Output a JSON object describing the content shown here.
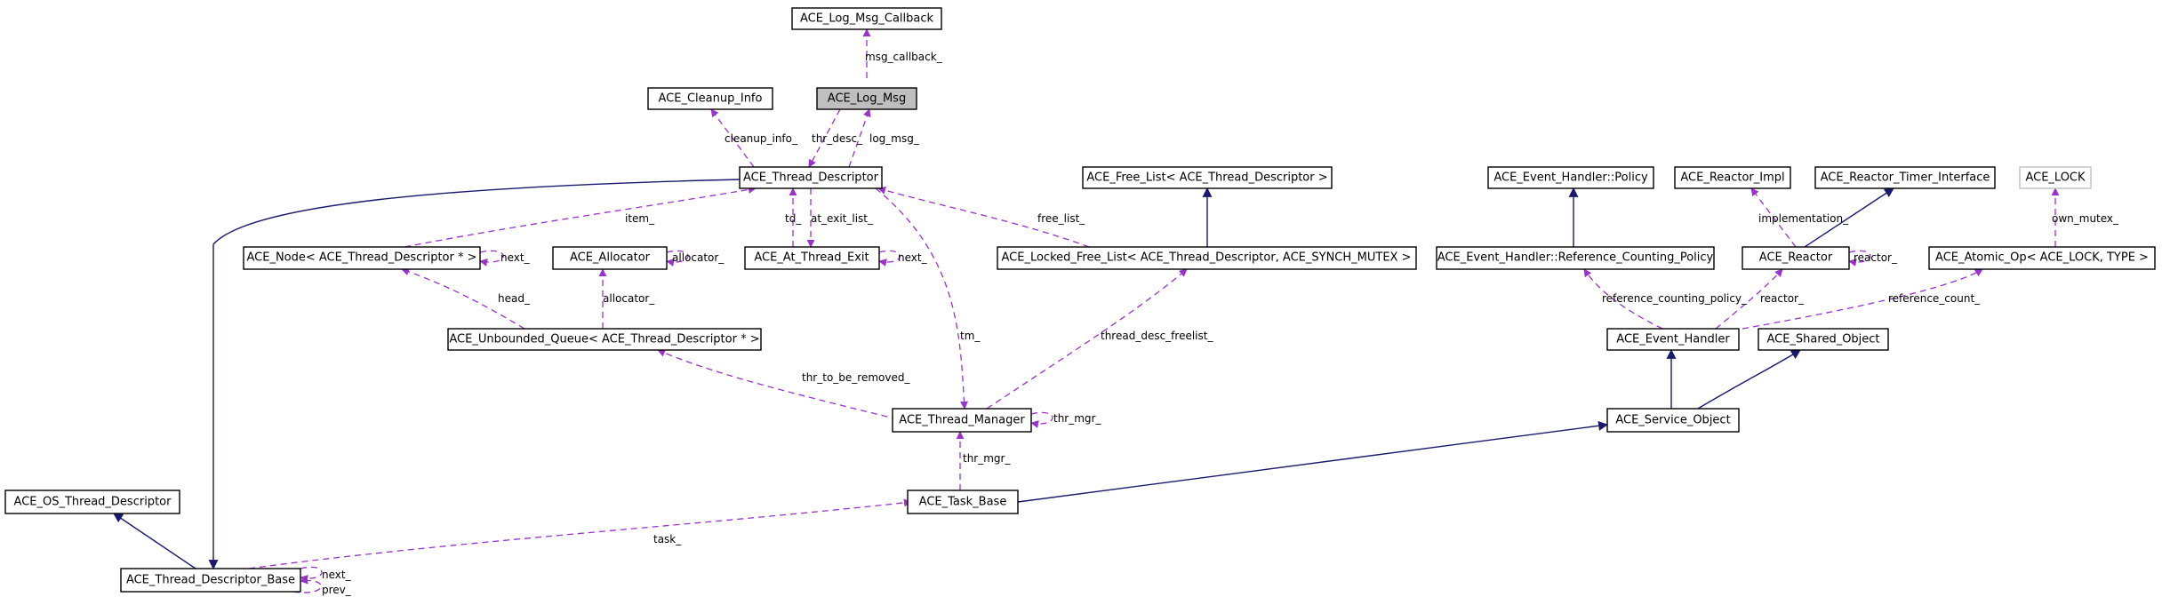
{
  "colors": {
    "usage_edge": "#9a32cd",
    "inheritance_edge": "#191970",
    "highlight_node": "#bfbfbf"
  },
  "nodes": {
    "log_msg_callback": "ACE_Log_Msg_Callback",
    "cleanup_info": "ACE_Cleanup_Info",
    "log_msg": "ACE_Log_Msg",
    "thread_descriptor": "ACE_Thread_Descriptor",
    "free_list": "ACE_Free_List< ACE_Thread_Descriptor >",
    "event_handler_policy": "ACE_Event_Handler::Policy",
    "reactor_impl": "ACE_Reactor_Impl",
    "reactor_timer_interface": "ACE_Reactor_Timer_Interface",
    "ace_lock": "ACE_LOCK",
    "node_td": "ACE_Node< ACE_Thread_Descriptor * >",
    "allocator": "ACE_Allocator",
    "at_thread_exit": "ACE_At_Thread_Exit",
    "locked_free_list": "ACE_Locked_Free_List< ACE_Thread_Descriptor, ACE_SYNCH_MUTEX >",
    "ref_counting_policy": "ACE_Event_Handler::Reference_Counting_Policy",
    "reactor": "ACE_Reactor",
    "atomic_op": "ACE_Atomic_Op< ACE_LOCK, TYPE >",
    "unbounded_queue": "ACE_Unbounded_Queue< ACE_Thread_Descriptor * >",
    "event_handler": "ACE_Event_Handler",
    "shared_object": "ACE_Shared_Object",
    "thread_manager": "ACE_Thread_Manager",
    "service_object": "ACE_Service_Object",
    "os_thread_descriptor": "ACE_OS_Thread_Descriptor",
    "task_base": "ACE_Task_Base",
    "thread_descriptor_base": "ACE_Thread_Descriptor_Base"
  },
  "edge_labels": {
    "msg_callback": "msg_callback_",
    "cleanup_info": "cleanup_info_",
    "thr_desc": "thr_desc_",
    "log_msg": "log_msg_",
    "item": "item_",
    "td": "td_",
    "at_exit_list": "at_exit_list_",
    "free_list": "free_list_",
    "node_next": "next_",
    "allocator_self": "allocator_",
    "exit_next": "next_",
    "implementation": "implementation_",
    "reactor_self": "reactor_",
    "own_mutex": "own_mutex_",
    "head": "head_",
    "allocator_queue": "allocator_",
    "tm": "tm_",
    "reference_counting_policy": "reference_counting_policy_",
    "reactor": "reactor_",
    "reference_count": "reference_count_",
    "thread_desc_freelist": "thread_desc_freelist_",
    "thr_to_be_removed": "thr_to_be_removed_",
    "thr_mgr_self": "thr_mgr_",
    "thr_mgr": "thr_mgr_",
    "task": "task_",
    "base_next": "next_",
    "base_prev": "prev_"
  }
}
